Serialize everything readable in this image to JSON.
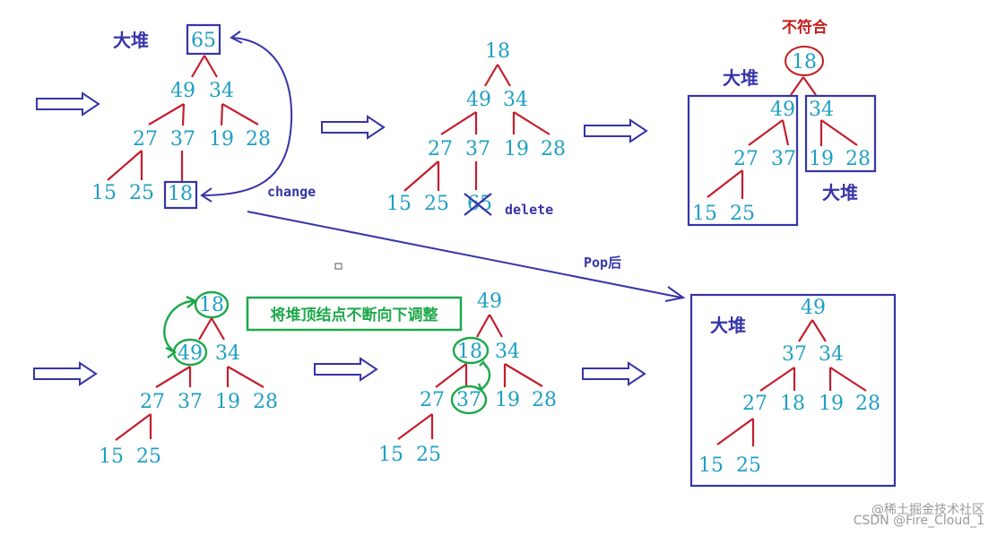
{
  "labels": {
    "big_heap": "大堆",
    "not_match": "不符合",
    "change": "change",
    "delete": "delete",
    "pop_after": "Pop后",
    "sift_down": "将堆顶结点不断向下调整",
    "watermark_1": "@稀土掘金技术社区",
    "watermark_2": "CSDN @Fire_Cloud_1"
  },
  "trees": {
    "t1": [
      "65",
      "49",
      "34",
      "27",
      "37",
      "19",
      "28",
      "15",
      "25",
      "18"
    ],
    "t2": [
      "18",
      "49",
      "34",
      "27",
      "37",
      "19",
      "28",
      "15",
      "25",
      "65"
    ],
    "t3": [
      "18",
      "49",
      "34",
      "27",
      "37",
      "19",
      "28",
      "15",
      "25"
    ],
    "t4": [
      "18",
      "49",
      "34",
      "27",
      "37",
      "19",
      "28",
      "15",
      "25"
    ],
    "t5": [
      "49",
      "18",
      "34",
      "27",
      "37",
      "19",
      "28",
      "15",
      "25"
    ],
    "t6": [
      "49",
      "37",
      "34",
      "27",
      "18",
      "19",
      "28",
      "15",
      "25"
    ]
  }
}
